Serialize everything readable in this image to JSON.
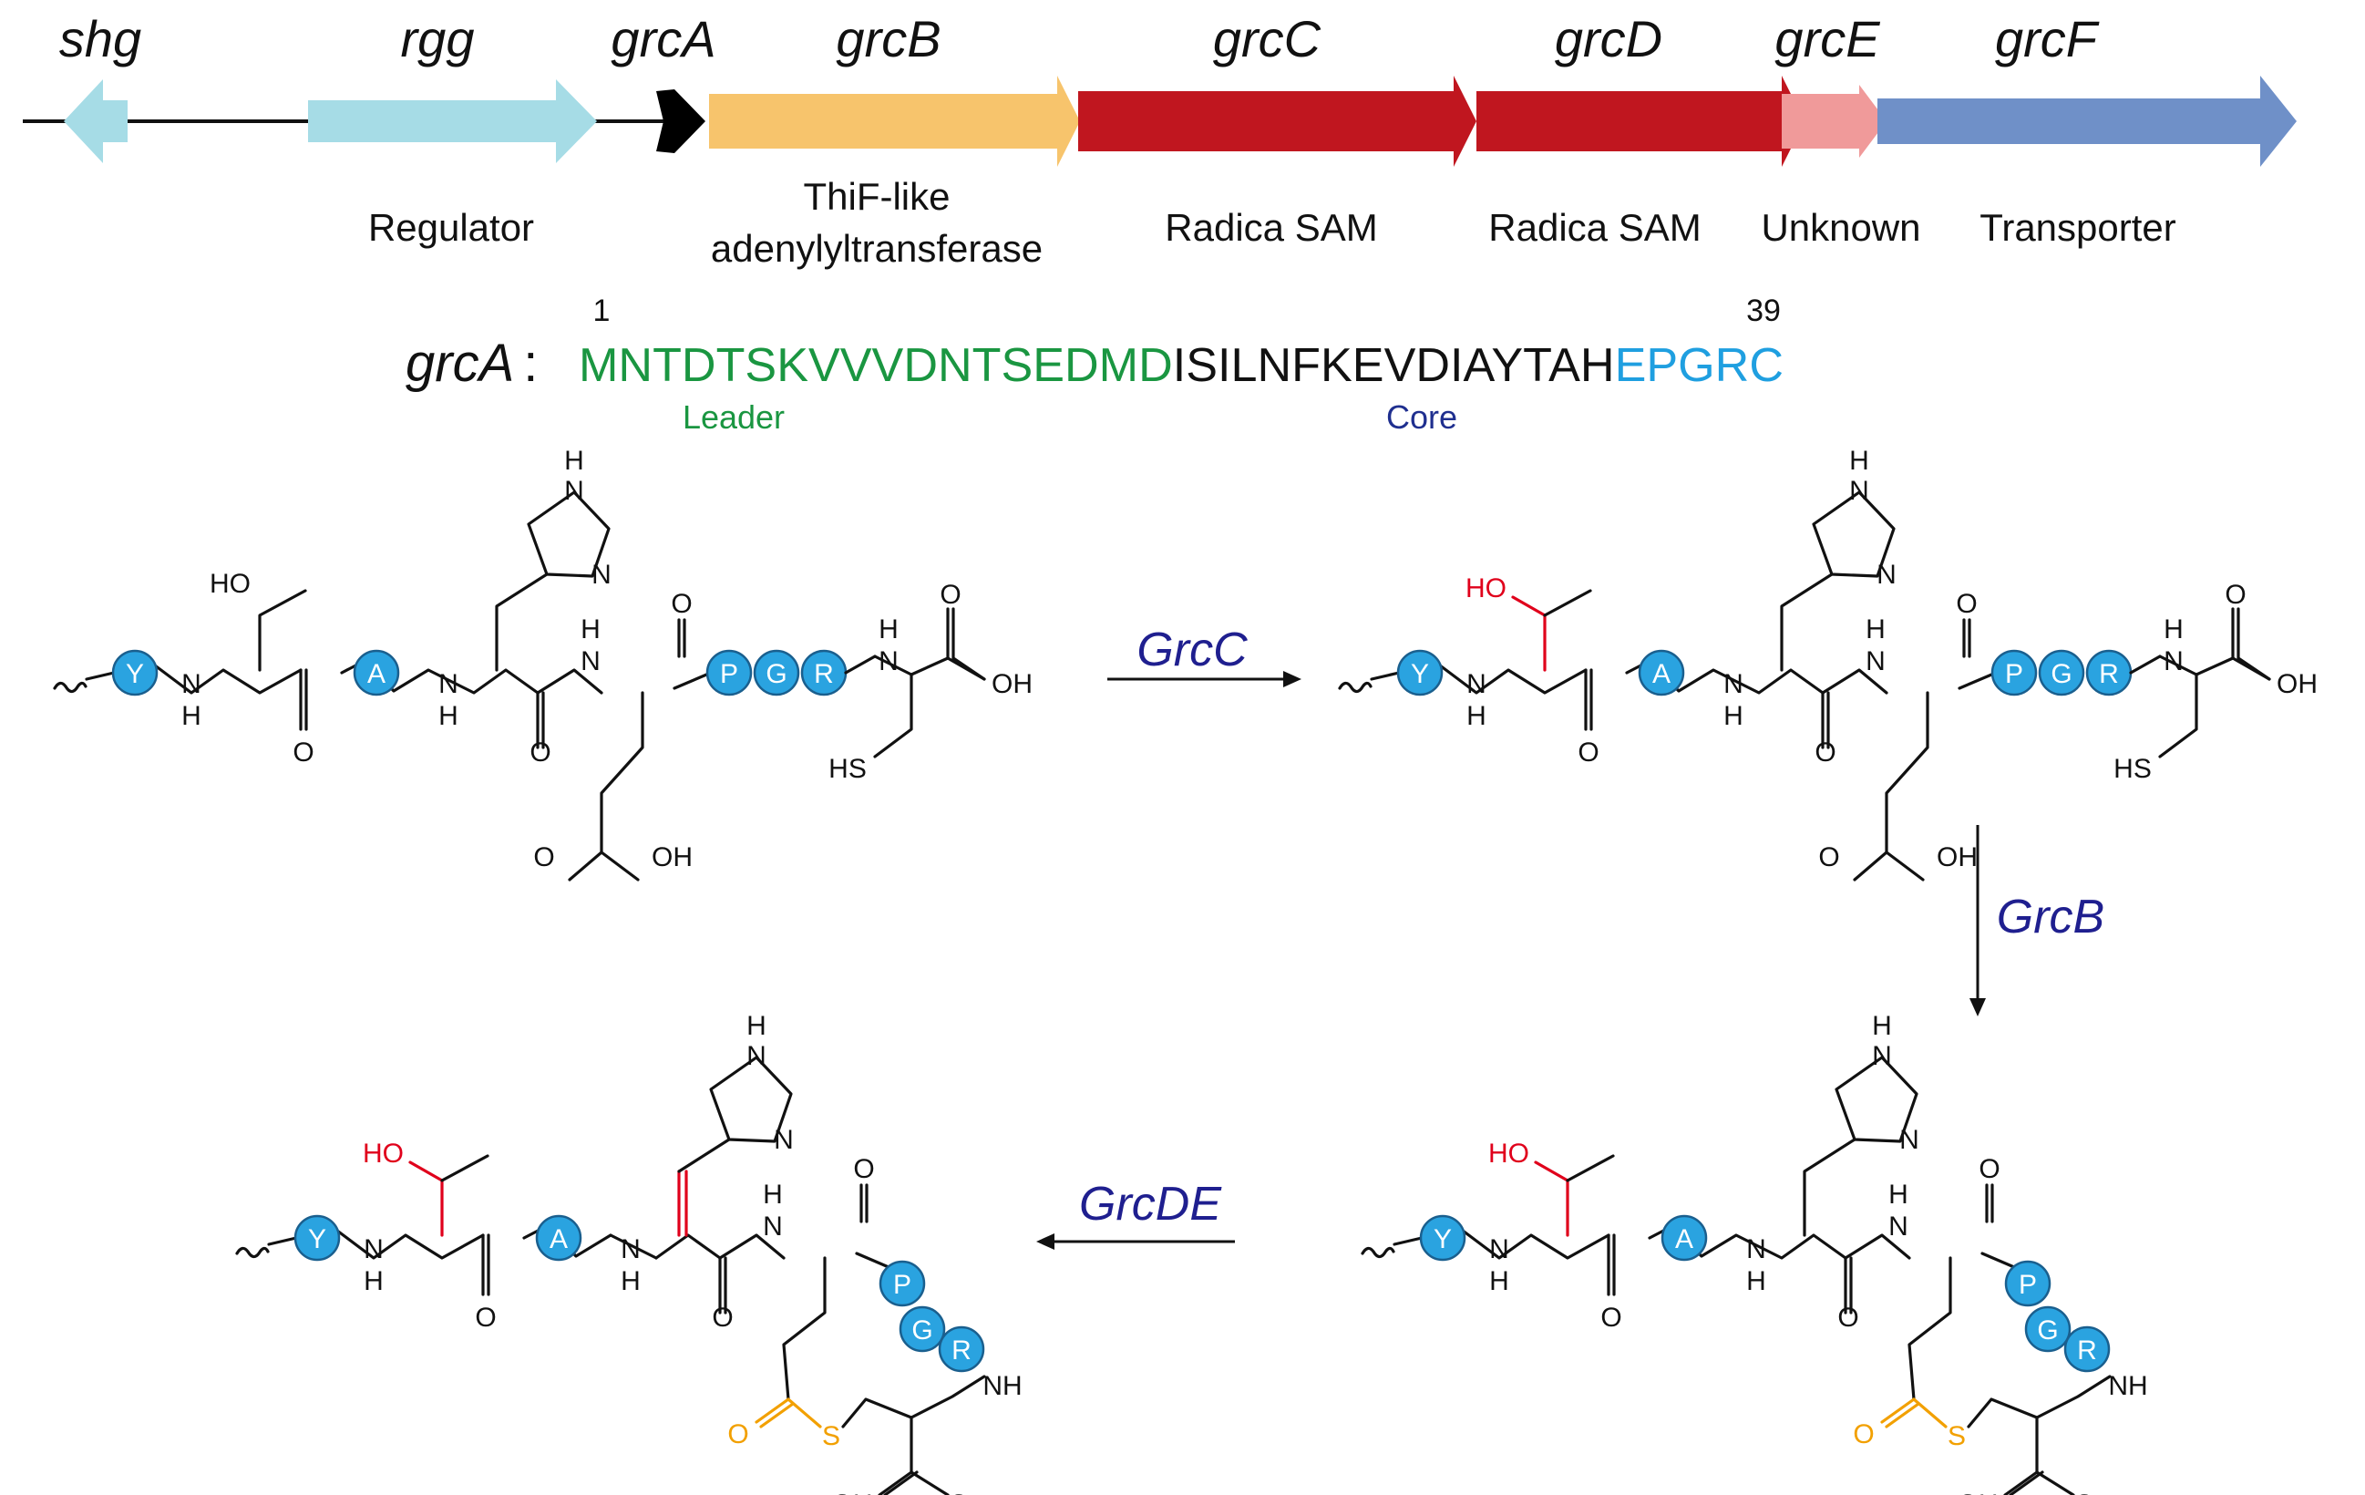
{
  "genes": [
    {
      "id": "shg",
      "name": "shg",
      "function": "",
      "color": "#a6dce6"
    },
    {
      "id": "rgg",
      "name": "rgg",
      "function": "Regulator",
      "color": "#a6dce6"
    },
    {
      "id": "grcA",
      "name": "grcA",
      "function": "",
      "color": "#000000"
    },
    {
      "id": "grcB",
      "name": "grcB",
      "function": "ThiF-like adenylyltransferase",
      "function_line1": "ThiF-like",
      "function_line2": "adenylyltransferase",
      "color": "#f7c46c"
    },
    {
      "id": "grcC",
      "name": "grcC",
      "function": "Radica SAM",
      "color": "#c0161f"
    },
    {
      "id": "grcD",
      "name": "grcD",
      "function": "Radica SAM",
      "color": "#c0161f"
    },
    {
      "id": "grcE",
      "name": "grcE",
      "function": "Unknown",
      "color": "#f09a9a"
    },
    {
      "id": "grcF",
      "name": "grcF",
      "function": "Transporter",
      "color": "#6f90c8"
    }
  ],
  "sequence": {
    "label": "grcA",
    "colon": ":",
    "start_number": "1",
    "end_number": "39",
    "leader": "MNTDTSKVVVDNTSEDMD",
    "core": "ISILNFKEVDIAYTAH",
    "tail": "EPGRC",
    "leader_label": "Leader",
    "core_label": "Core",
    "colors": {
      "leader": "#1a9641",
      "core": "#111111",
      "tail": "#1f9fe0",
      "core_label": "#1f2f8f"
    }
  },
  "enzymes": {
    "step1": "GrcC",
    "step2": "GrcB",
    "step3": "GrcDE"
  },
  "atoms": {
    "ho": "HO",
    "oh": "OH",
    "nh": "N",
    "h": "H",
    "hn": "NH",
    "n": "N",
    "o": "O",
    "hs": "HS",
    "s": "S"
  },
  "residues": {
    "y": "Y",
    "a": "A",
    "p": "P",
    "g": "G",
    "r": "R"
  },
  "colors": {
    "residue_fill": "#2aa3e0",
    "enzyme_text": "#1f1f8f",
    "modification_red": "#e0001b",
    "thioester_orange": "#f2a000"
  }
}
